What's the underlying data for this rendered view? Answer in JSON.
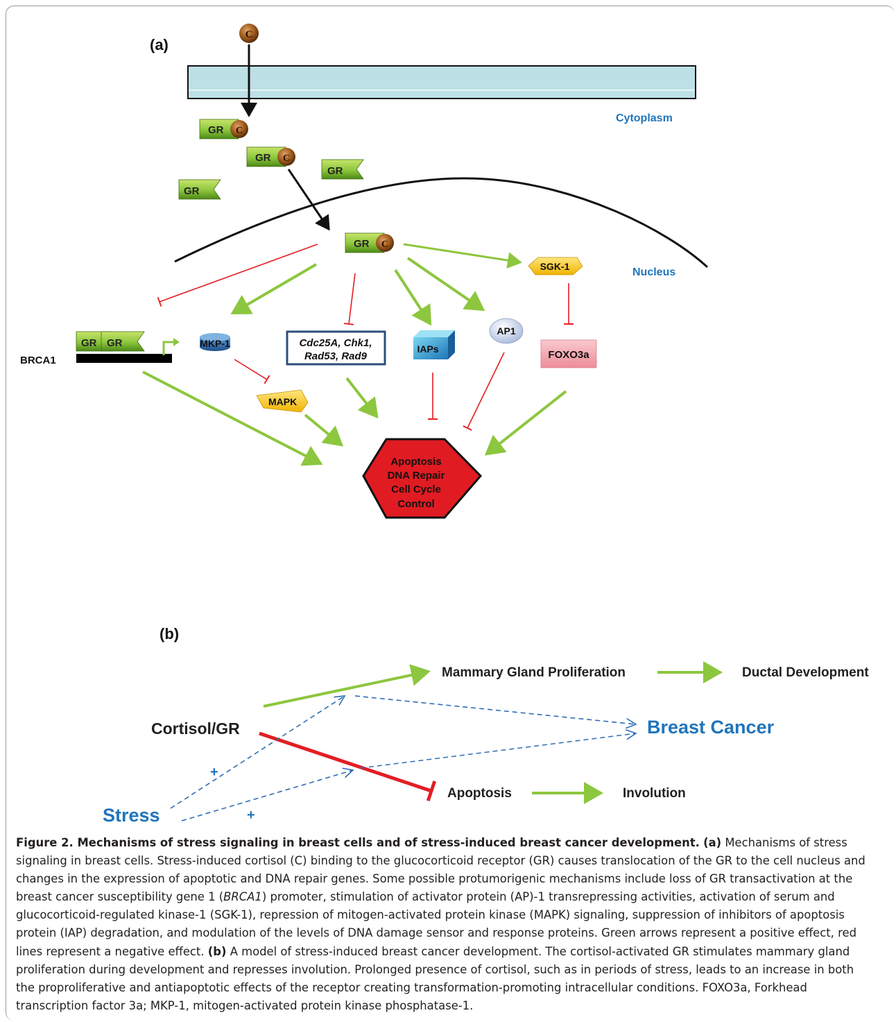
{
  "panel_a": {
    "label": "(a)",
    "cortisol_letter": "C",
    "gr_label": "GR",
    "cytoplasm": "Cytoplasm",
    "nucleus": "Nucleus",
    "brca1": "BRCA1",
    "mkp1": "MKP-1",
    "mapk": "MAPK",
    "dna_damage_line1": "Cdc25A, Chk1,",
    "dna_damage_line2": "Rad53, Rad9",
    "iaps": "IAPs",
    "ap1": "AP1",
    "sgk1": "SGK-1",
    "foxo3a": "FOXO3a",
    "outcome_lines": [
      "Apoptosis",
      "DNA Repair",
      "Cell Cycle",
      "Control"
    ]
  },
  "panel_b": {
    "label": "(b)",
    "cortisol_gr": "Cortisol/GR",
    "stress": "Stress",
    "plus": "+",
    "mammary": "Mammary Gland Proliferation",
    "ductal": "Ductal Development",
    "breast_cancer": "Breast Cancer",
    "apoptosis": "Apoptosis",
    "involution": "Involution"
  },
  "caption": {
    "title": "Figure 2. Mechanisms of stress signaling in breast cells and of stress-induced breast cancer development.",
    "a_label": "(a)",
    "a_text_1": " Mechanisms of stress signaling in breast cells. Stress-induced cortisol (C) binding to the glucocorticoid receptor (GR) causes translocation of the GR to the cell nucleus and changes in the expression of apoptotic and DNA repair genes. Some possible protumorigenic mechanisms include loss of GR transactivation at the breast cancer susceptibility gene 1 (",
    "a_italic": "BRCA1",
    "a_text_2": ") promoter, stimulation of activator protein (AP)-1 transrepressing activities, activation of serum and glucocorticoid-regulated kinase-1 (SGK-1), repression of mitogen-activated protein kinase (MAPK) signaling, suppression of inhibitors of apoptosis protein (IAP) degradation, and modulation of the levels of DNA damage sensor and response proteins. Green arrows represent a positive effect, red lines represent a negative effect.",
    "b_label": "(b)",
    "b_text": " A model of stress-induced breast cancer development. The cortisol-activated GR stimulates mammary gland proliferation during development and represses involution. Prolonged presence of cortisol, such as in periods of stress, leads to an increase in both the proproliferative and antiapoptotic effects of the receptor creating transformation-promoting intracellular conditions. FOXO3a, Forkhead transcription factor 3a; MKP-1, mitogen-activated protein kinase phosphatase-1."
  },
  "colors": {
    "green_arrow": "#8dc63f",
    "red_inhibit": "#e31e24",
    "blue_label": "#1f75bc",
    "dashed_blue": "#2e6db4",
    "membrane_fill": "#bde0e6",
    "outcome_fill": "#e11b22"
  }
}
